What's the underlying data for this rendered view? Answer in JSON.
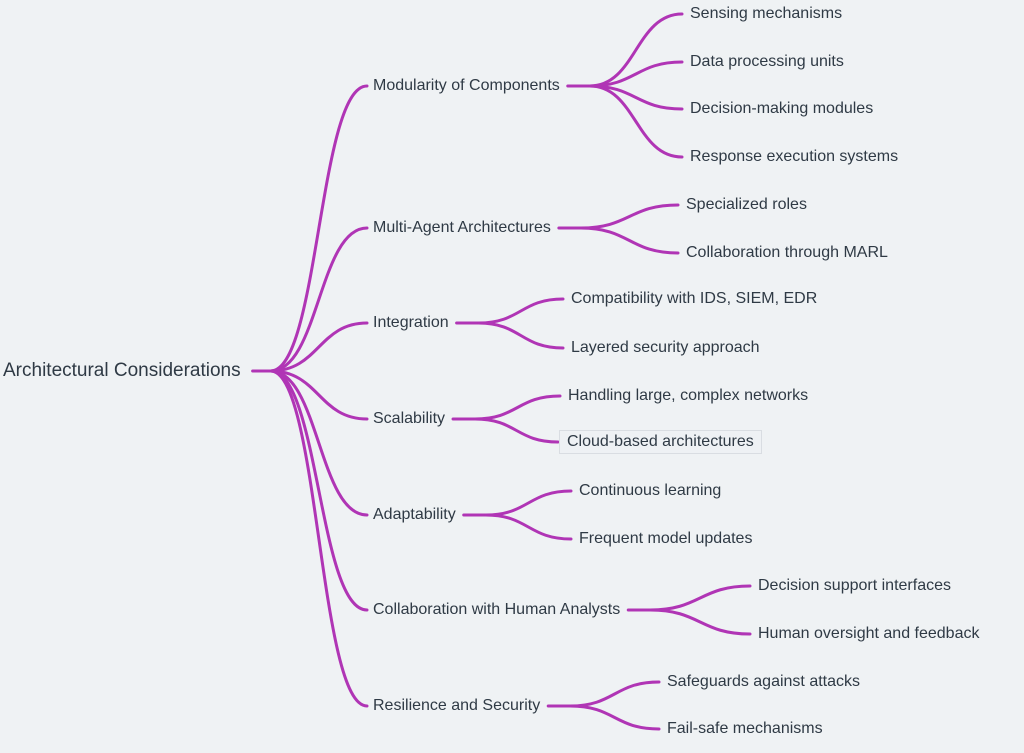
{
  "link_color": "#b035b5",
  "root": {
    "label": "Architectural Considerations"
  },
  "branches": [
    {
      "label": "Modularity of Components",
      "children": [
        "Sensing mechanisms",
        "Data processing units",
        "Decision-making modules",
        "Response execution systems"
      ]
    },
    {
      "label": "Multi-Agent Architectures",
      "children": [
        "Specialized roles",
        "Collaboration through MARL"
      ]
    },
    {
      "label": "Integration",
      "children": [
        "Compatibility with IDS, SIEM, EDR",
        "Layered security approach"
      ]
    },
    {
      "label": "Scalability",
      "children": [
        "Handling large, complex networks",
        "Cloud-based architectures"
      ],
      "highlighted_child": 1
    },
    {
      "label": "Adaptability",
      "children": [
        "Continuous learning",
        "Frequent model updates"
      ]
    },
    {
      "label": "Collaboration with Human Analysts",
      "children": [
        "Decision support interfaces",
        "Human oversight and feedback"
      ]
    },
    {
      "label": "Resilience and Security",
      "children": [
        "Safeguards against attacks",
        "Fail-safe mechanisms"
      ]
    }
  ]
}
